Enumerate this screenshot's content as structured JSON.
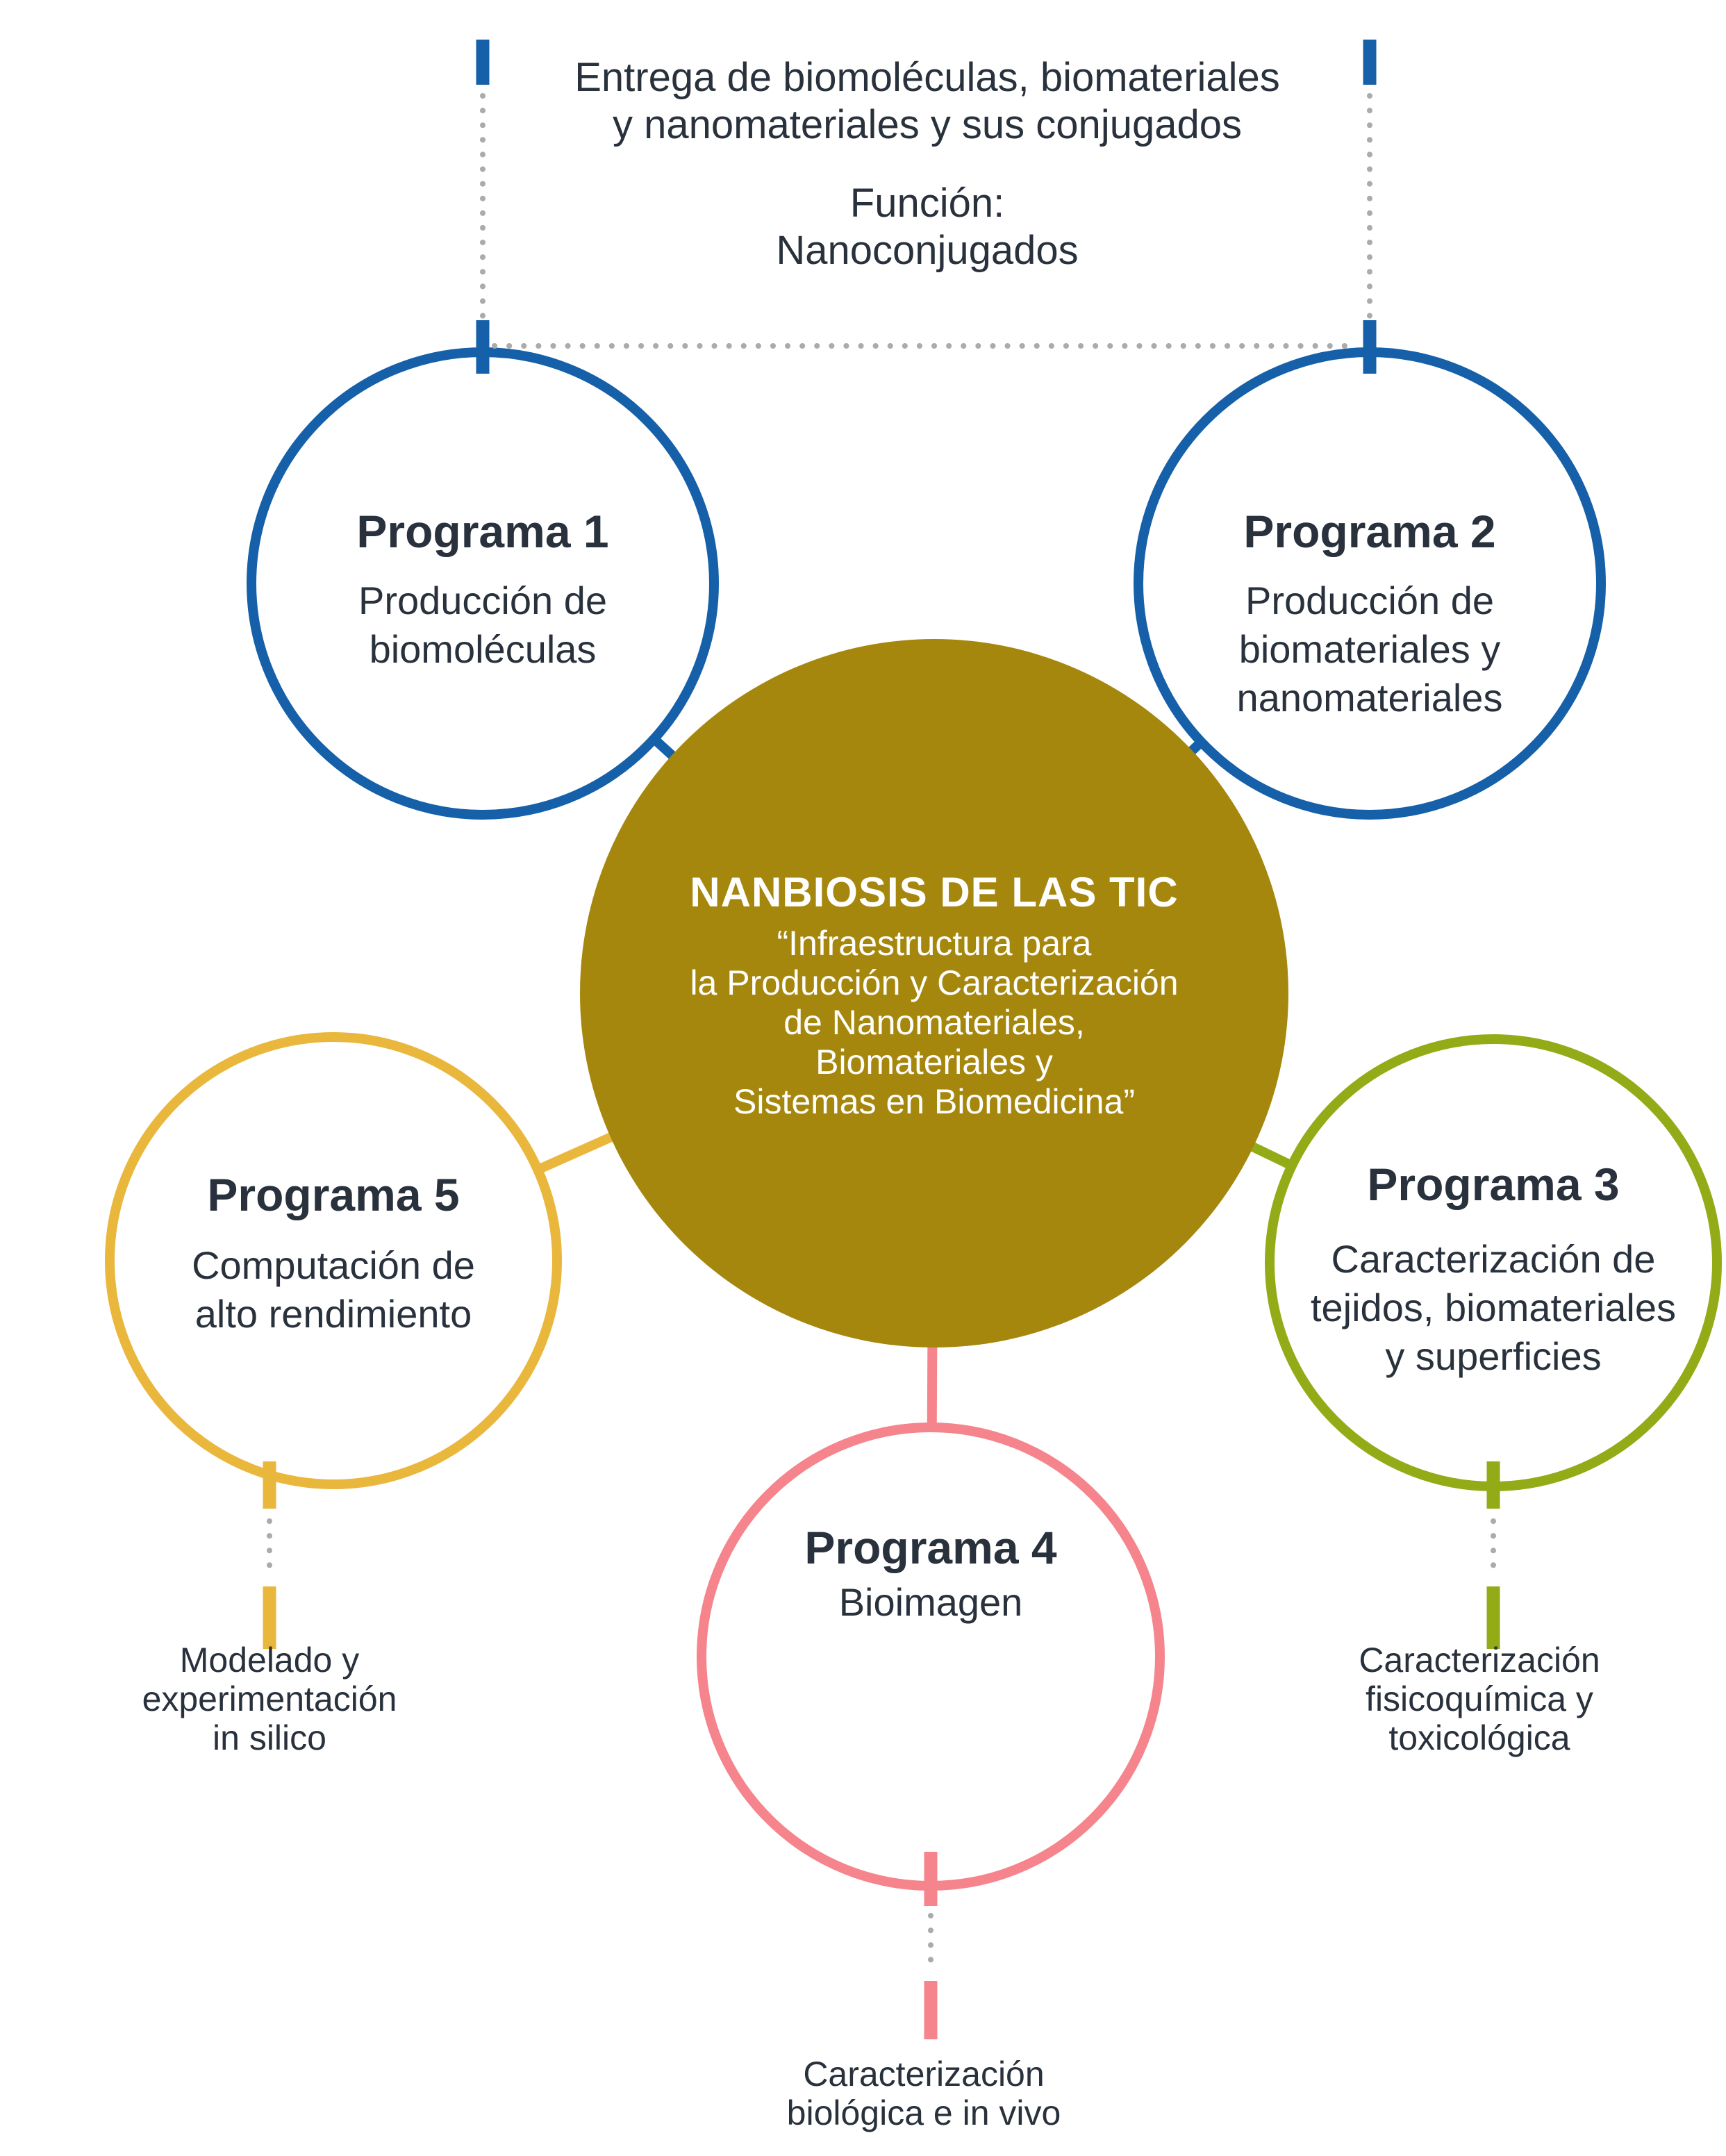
{
  "colors": {
    "blue": "#1560A8",
    "gold": "#A6870E",
    "yellow": "#EAB73D",
    "green": "#92AB16",
    "pink": "#F5848D",
    "text_dark": "#28313C",
    "dot_gray": "#ABABAB",
    "white": "#ffffff"
  },
  "top_annotation": {
    "line1": "Entrega de biomoléculas, biomateriales",
    "line2": "y nanomateriales y sus conjugados",
    "funcion_label": "Función:",
    "funcion_value": "Nanoconjugados"
  },
  "center": {
    "title": "NANBIOSIS DE LAS TIC",
    "subtitle_lines": [
      "“Infraestructura para",
      "la Producción y Caracterización",
      "de Nanomateriales,",
      "Biomateriales y",
      "Sistemas en Biomedicina”"
    ]
  },
  "programs": [
    {
      "title": "Programa 1",
      "subtitle_lines": [
        "Producción de",
        "biomoléculas"
      ]
    },
    {
      "title": "Programa 2",
      "subtitle_lines": [
        "Producción de",
        "biomateriales y",
        "nanomateriales"
      ]
    },
    {
      "title": "Programa 3",
      "subtitle_lines": [
        "Caracterización de",
        "tejidos, biomateriales",
        "y superficies"
      ]
    },
    {
      "title": "Programa 4",
      "subtitle_lines": [
        "Bioimagen"
      ]
    },
    {
      "title": "Programa 5",
      "subtitle_lines": [
        "Computación de",
        "alto rendimiento"
      ]
    }
  ],
  "bottom_annotations": {
    "program5_lines": [
      "Modelado y",
      "experimentación",
      "in silico"
    ],
    "program3_lines": [
      "Caracterización",
      "fisicoquímica y",
      "toxicológica"
    ],
    "program4_lines": [
      "Caracterización",
      "biológica e in vivo"
    ]
  }
}
